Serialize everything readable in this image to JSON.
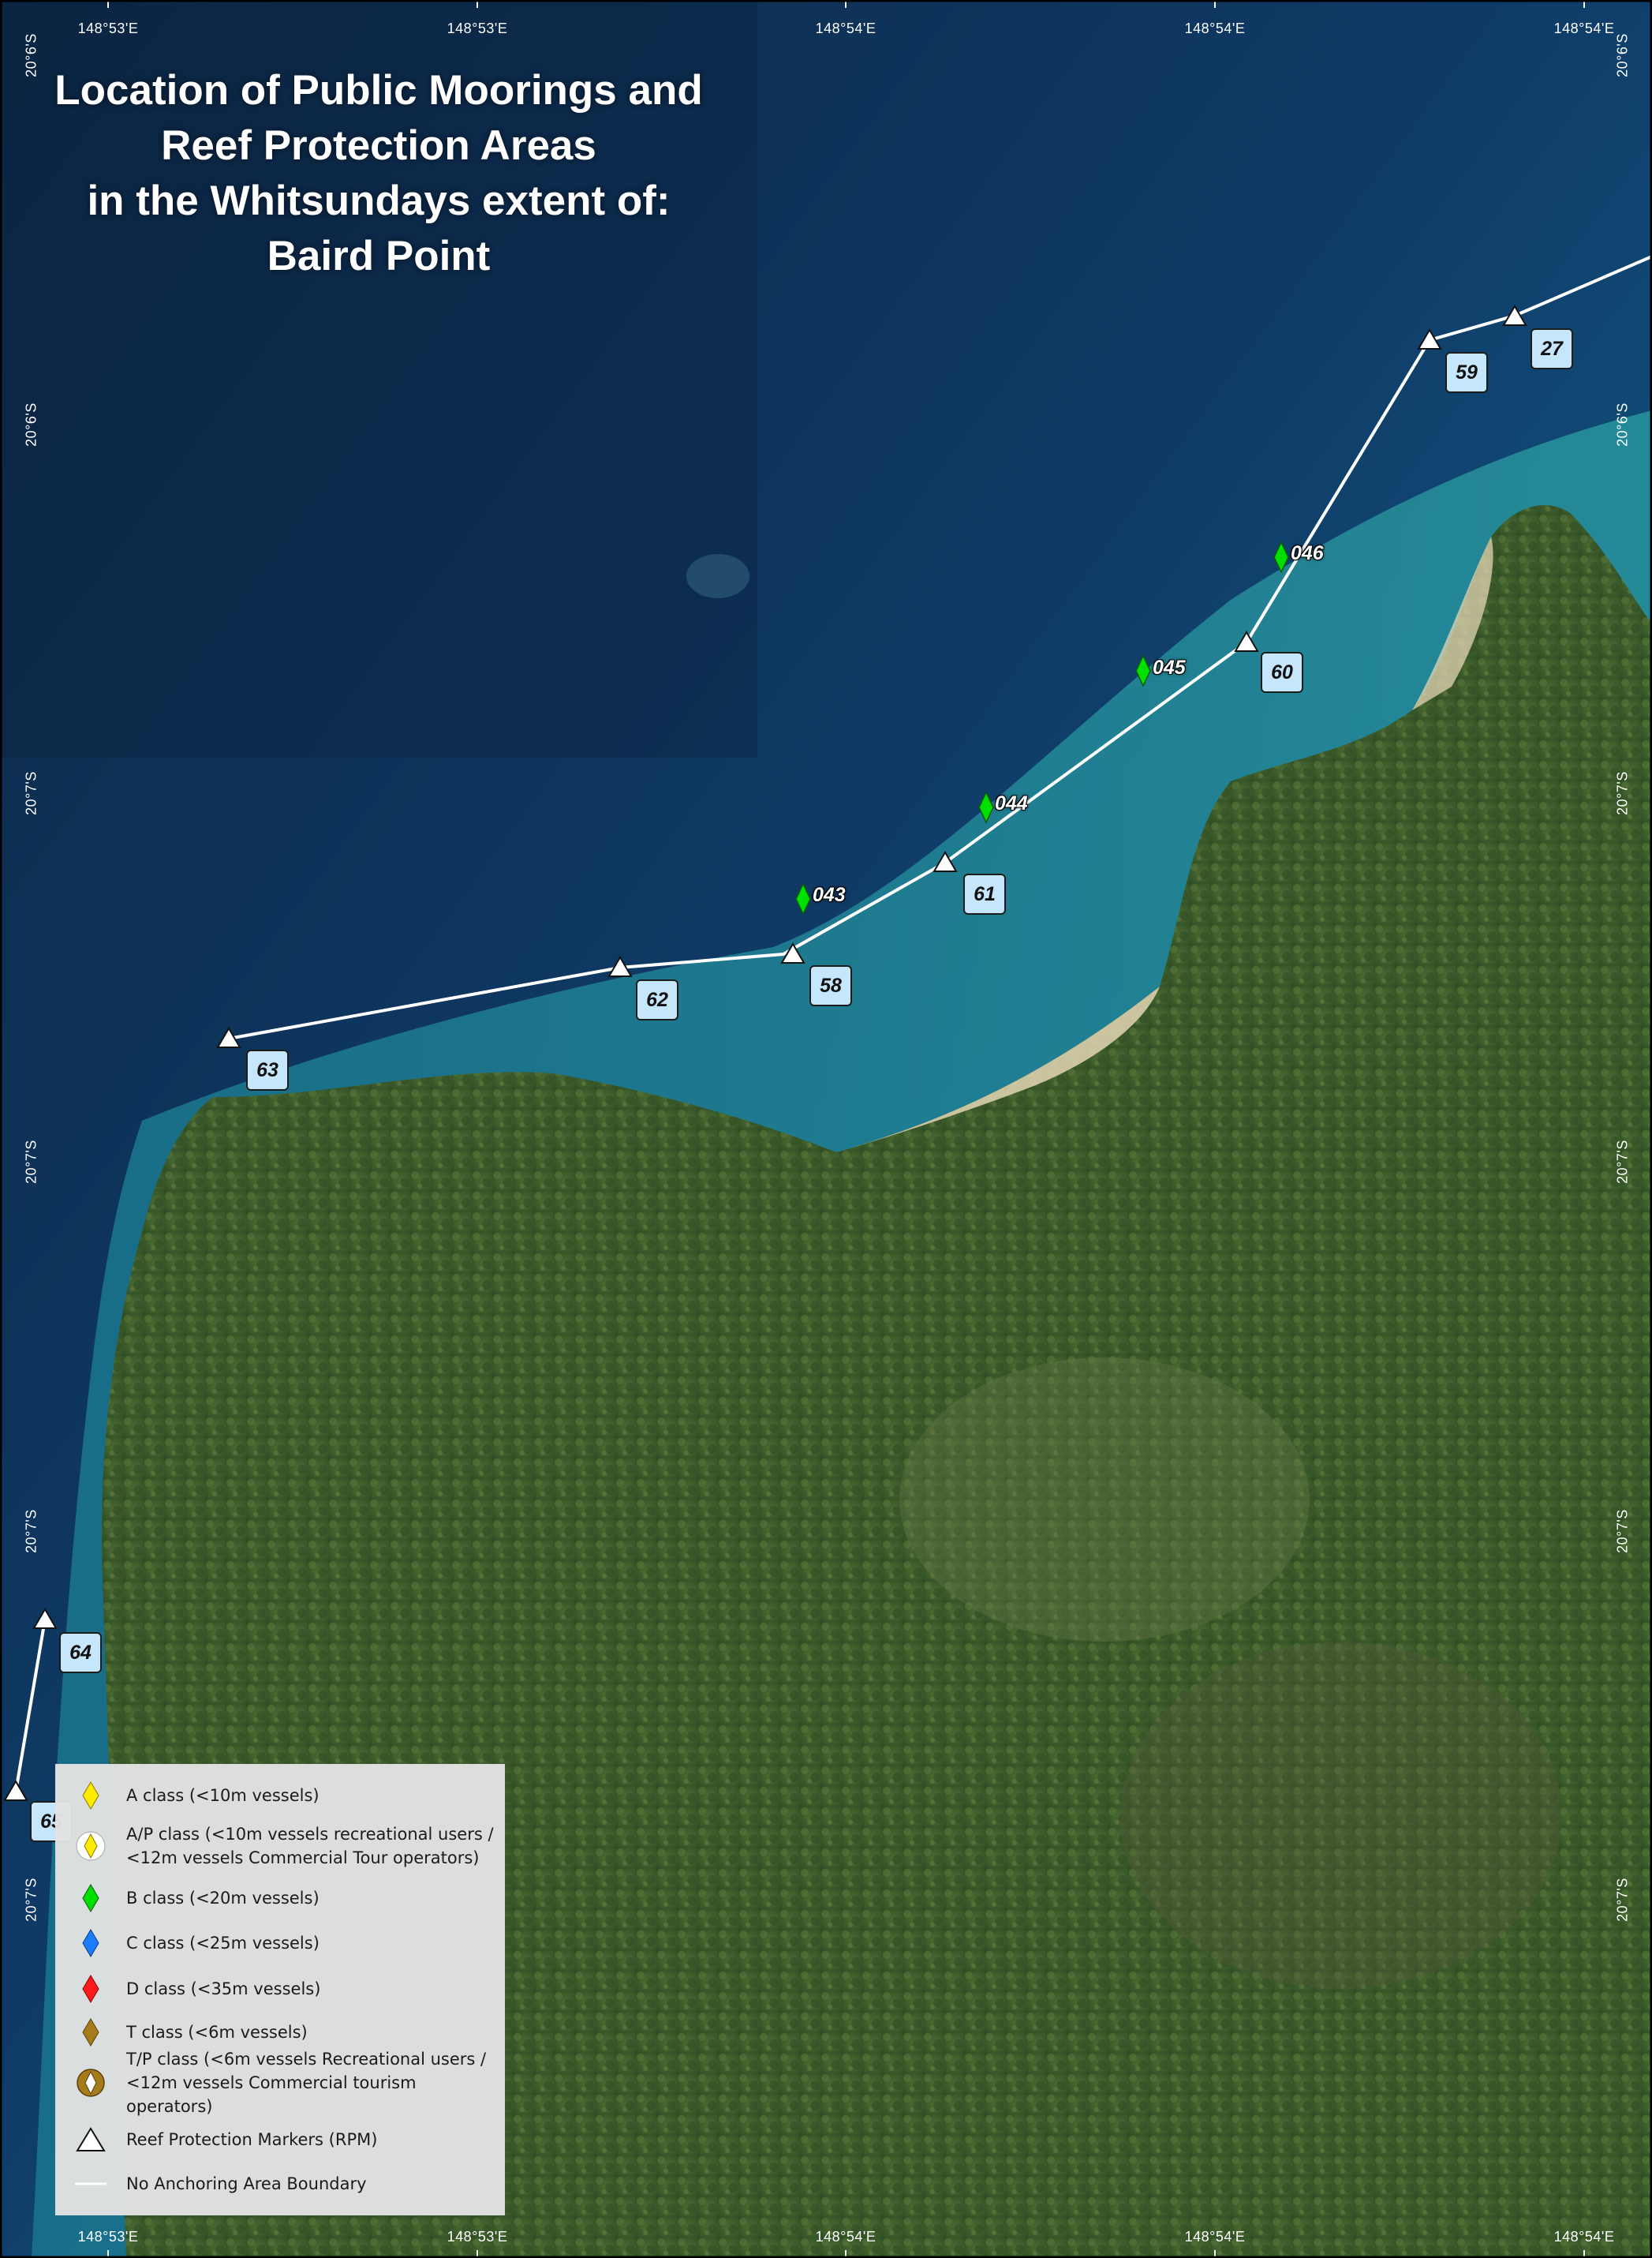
{
  "map": {
    "title_lines": [
      "Location of Public Moorings and",
      "Reef Protection Areas",
      "in the Whitsundays extent of:",
      "Baird Point"
    ],
    "grid": {
      "top": [
        "148°53'E",
        "148°53'E",
        "148°54'E",
        "148°54'E",
        "148°54'E"
      ],
      "bottom": [
        "148°53'E",
        "148°53'E",
        "148°54'E",
        "148°54'E",
        "148°54'E"
      ],
      "left": [
        "20°6'S",
        "20°6'S",
        "20°7'S",
        "20°7'S",
        "20°7'S",
        "20°7'S"
      ],
      "right": [
        "20°6'S",
        "20°6'S",
        "20°7'S",
        "20°7'S",
        "20°7'S",
        "20°7'S"
      ]
    },
    "reef_protection_markers": [
      "27",
      "59",
      "60",
      "61",
      "58",
      "62",
      "63",
      "64",
      "65"
    ],
    "moorings": [
      {
        "id": "043",
        "class": "B"
      },
      {
        "id": "044",
        "class": "B"
      },
      {
        "id": "045",
        "class": "B"
      },
      {
        "id": "046",
        "class": "B"
      }
    ]
  },
  "legend": {
    "items": [
      {
        "key": "a",
        "lines": [
          "A class (<10m vessels)"
        ]
      },
      {
        "key": "ap",
        "lines": [
          "A/P class (<10m vessels recreational users /",
          "<12m vessels Commercial Tour operators)"
        ]
      },
      {
        "key": "b",
        "lines": [
          "B class (<20m vessels)"
        ]
      },
      {
        "key": "c",
        "lines": [
          "C class (<25m vessels)"
        ]
      },
      {
        "key": "d",
        "lines": [
          "D class (<35m vessels)"
        ]
      },
      {
        "key": "t",
        "lines": [
          "T class (<6m vessels)"
        ]
      },
      {
        "key": "tp",
        "lines": [
          "T/P class (<6m vessels Recreational users /",
          "<12m vessels Commercial tourism operators)"
        ]
      },
      {
        "key": "rpm",
        "lines": [
          "Reef Protection Markers (RPM)"
        ]
      },
      {
        "key": "boundary",
        "lines": [
          "No Anchoring Area Boundary"
        ]
      }
    ]
  },
  "colors": {
    "a_class": "#ffeb00",
    "b_class": "#00e000",
    "c_class": "#1a7cff",
    "d_class": "#ff1a1a",
    "t_class": "#a67c1a",
    "boundary": "#ffffff",
    "rpm_label_bg": "#c6e6fb"
  },
  "icons": {
    "mooring": "diamond-icon",
    "rpm": "triangle-icon",
    "boundary": "line-icon"
  }
}
